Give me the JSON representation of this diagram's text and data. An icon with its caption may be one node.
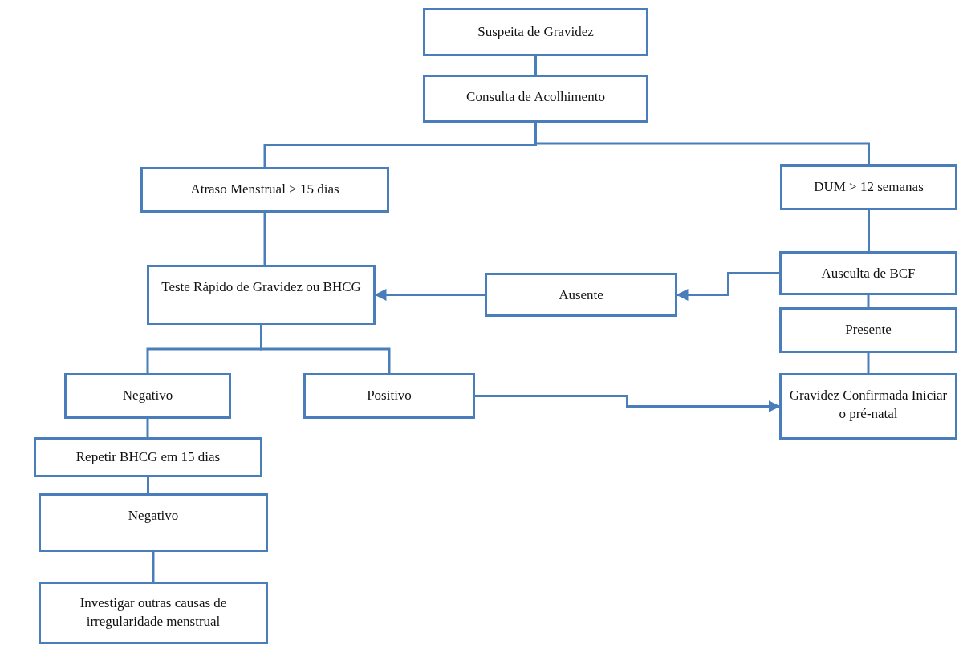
{
  "diagram": {
    "nodes": [
      {
        "text": [
          "Suspeita de Gravidez"
        ]
      },
      {
        "text": [
          "Consulta de Acolhimento"
        ]
      },
      {
        "text": [
          "Atraso Menstrual > 15 dias"
        ]
      },
      {
        "text": [
          "DUM > 12 semanas"
        ]
      },
      {
        "text": [
          "Teste Rápido de Gravidez ou BHCG"
        ]
      },
      {
        "text": [
          "Ausente"
        ]
      },
      {
        "text": [
          "Ausculta de BCF"
        ]
      },
      {
        "text": [
          "Presente"
        ]
      },
      {
        "text": [
          "Negativo"
        ]
      },
      {
        "text": [
          "Positivo"
        ]
      },
      {
        "text": [
          "Gravidez Confirmada Iniciar o pré-natal"
        ]
      },
      {
        "text": [
          "Repetir BHCG em 15 dias"
        ]
      },
      {
        "text": [
          "Negativo"
        ]
      },
      {
        "text": [
          "Investigar outras causas de irregularidade menstrual"
        ]
      }
    ],
    "edges": [
      {
        "from": 0,
        "to": 1,
        "arrow": "none"
      },
      {
        "from": 1,
        "to": 2,
        "arrow": "none"
      },
      {
        "from": 1,
        "to": 3,
        "arrow": "none"
      },
      {
        "from": 2,
        "to": 4,
        "arrow": "none"
      },
      {
        "from": 3,
        "to": 6,
        "arrow": "none"
      },
      {
        "from": 6,
        "to": 5,
        "arrow": "to"
      },
      {
        "from": 5,
        "to": 4,
        "arrow": "to"
      },
      {
        "from": 6,
        "to": 7,
        "arrow": "none"
      },
      {
        "from": 7,
        "to": 10,
        "arrow": "none"
      },
      {
        "from": 4,
        "to": 8,
        "arrow": "none"
      },
      {
        "from": 4,
        "to": 9,
        "arrow": "none"
      },
      {
        "from": 9,
        "to": 10,
        "arrow": "to"
      },
      {
        "from": 8,
        "to": 11,
        "arrow": "none"
      },
      {
        "from": 11,
        "to": 12,
        "arrow": "none"
      },
      {
        "from": 12,
        "to": 13,
        "arrow": "none"
      }
    ]
  }
}
